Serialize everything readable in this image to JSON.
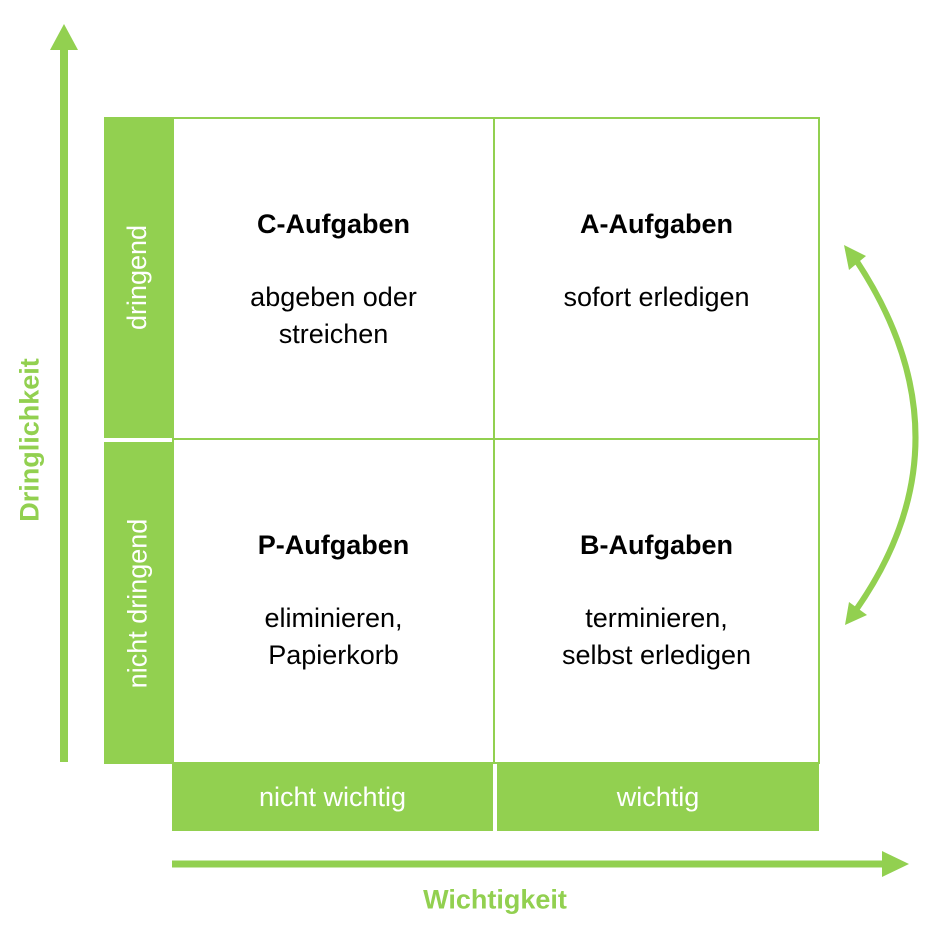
{
  "axes": {
    "y_title": "Dringlichkeit",
    "x_title": "Wichtigkeit"
  },
  "rows": {
    "top": "dringend",
    "bottom": "nicht dringend"
  },
  "columns": {
    "left": "nicht wichtig",
    "right": "wichtig"
  },
  "quadrants": {
    "top_left": {
      "title": "C-Aufgaben",
      "description": "abgeben oder\nstreichen"
    },
    "top_right": {
      "title": "A-Aufgaben",
      "description": "sofort erledigen"
    },
    "bottom_left": {
      "title": "P-Aufgaben",
      "description": "eliminieren,\nPapierkorb"
    },
    "bottom_right": {
      "title": "B-Aufgaben",
      "description": "terminieren,\nselbst erledigen"
    }
  },
  "colors": {
    "accent": "#92d050",
    "text": "#000000",
    "label_text": "#ffffff"
  }
}
